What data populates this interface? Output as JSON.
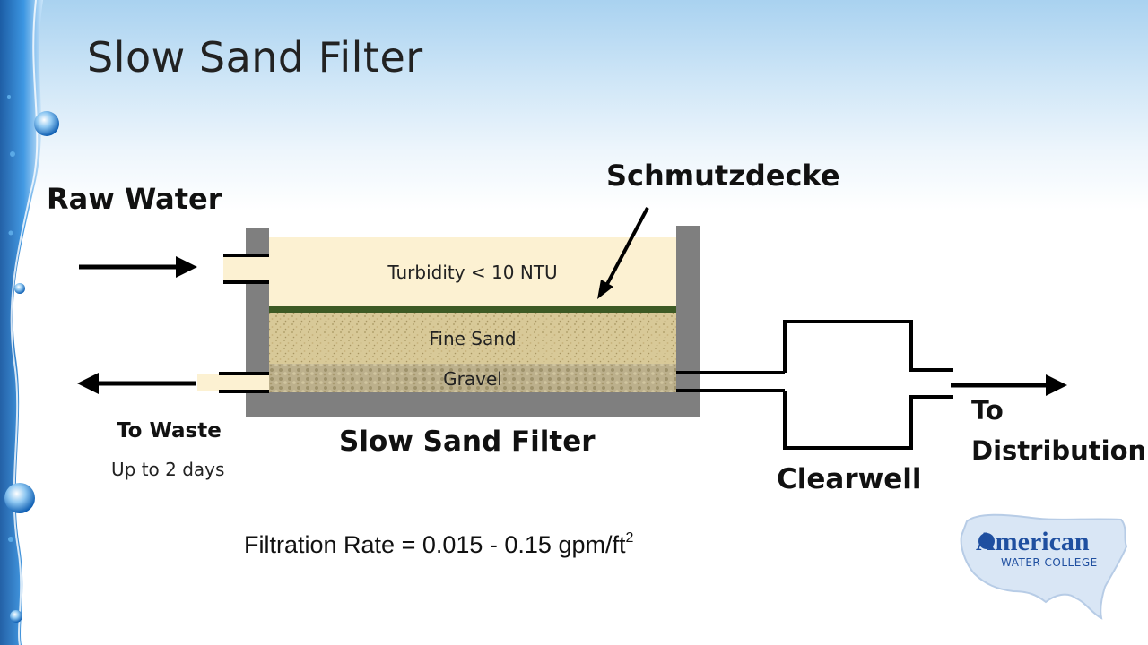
{
  "slide": {
    "title": "Slow Sand Filter"
  },
  "labels": {
    "raw_water": "Raw Water",
    "schmutzdecke": "Schmutzdecke",
    "turbidity": "Turbidity < 10 NTU",
    "fine_sand": "Fine Sand",
    "gravel": "Gravel",
    "to_waste": "To Waste",
    "up_to": "Up to 2 days",
    "filter_name": "Slow Sand Filter",
    "clearwell": "Clearwell",
    "to": "To",
    "distribution": "Distribution"
  },
  "formula": {
    "text": "Filtration Rate = 0.015 - 0.15 gpm/ft",
    "superscript": "2"
  },
  "logo": {
    "line1": "American",
    "line2": "WATER COLLEGE"
  },
  "colors": {
    "water": "#fcf1d2",
    "sand": "#d8c998",
    "gravel": "#bcb08c",
    "schmutzdecke": "#3d5a24",
    "tank_wall": "#7f7f7f",
    "side_accent": "#1a73c8",
    "logo": "#1f4fa0"
  }
}
